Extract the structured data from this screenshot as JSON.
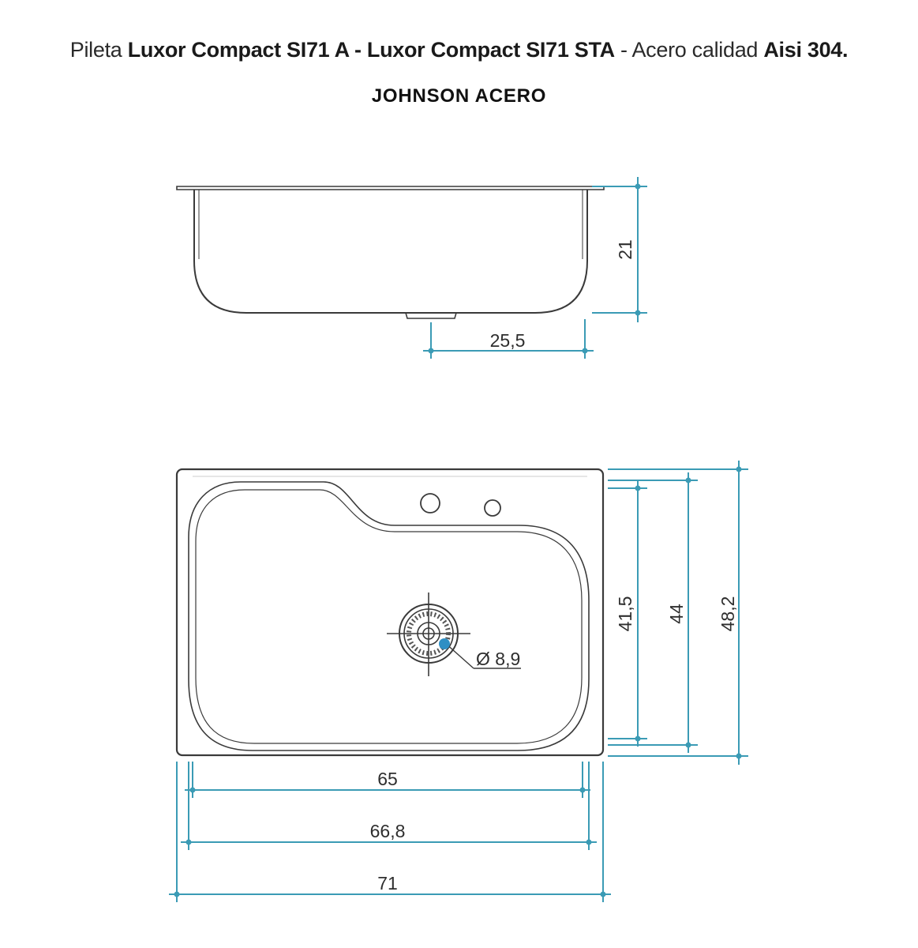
{
  "title": {
    "part1": "Pileta ",
    "part2": "Luxor Compact SI71 A - Luxor Compact SI71 STA",
    "part3": " - Acero calidad ",
    "part4": "Aisi 304."
  },
  "brand": "JOHNSON ACERO",
  "dimensions": {
    "depth": "21",
    "drain_offset": "25,5",
    "inner_height": "41,5",
    "bowl_height": "44",
    "total_height": "48,2",
    "drain_diameter": "Ø 8,9",
    "inner_width": "65",
    "bowl_width": "66,8",
    "total_width": "71"
  },
  "colors": {
    "outline": "#3a3a3a",
    "dimension_line": "#3b9bb5",
    "drain_marker": "#2f8fc4"
  }
}
